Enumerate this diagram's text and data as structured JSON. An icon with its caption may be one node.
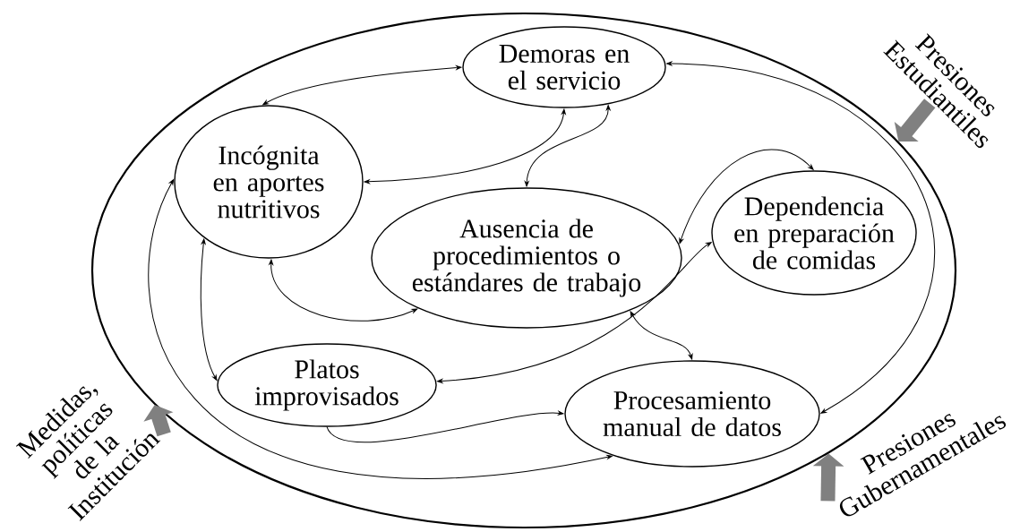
{
  "diagram": {
    "nodes": [
      {
        "text": [],
        "shape": "ellipse"
      },
      {
        "text": [
          "Demoras en el servicio"
        ],
        "in": 0
      },
      {
        "text": [
          "Incógnita en aportes nutritivos"
        ],
        "in": 0
      },
      {
        "text": [
          "Ausencia de procedimientos o estándares de trabajo"
        ],
        "in": 0
      },
      {
        "text": [
          "Dependencia en preparación de comidas"
        ],
        "in": 0
      },
      {
        "text": [
          "Platos improvisados"
        ],
        "in": 0
      },
      {
        "text": [
          "Procesamiento manual de datos"
        ],
        "in": 0
      },
      {
        "text": [
          "Presiones Estudiantiles"
        ]
      },
      {
        "text": [
          "Medidas, políticas de la Institución"
        ]
      },
      {
        "text": [
          "Presiones Gubernamentales"
        ]
      }
    ],
    "edges": [
      {
        "from": 1,
        "to": 2,
        "arrow": "both"
      },
      {
        "from": 2,
        "to": 1,
        "arrow": "both"
      },
      {
        "from": 1,
        "to": 3,
        "arrow": "both"
      },
      {
        "from": 1,
        "to": 6,
        "arrow": "both"
      },
      {
        "from": 3,
        "to": 4,
        "arrow": "both"
      },
      {
        "from": 5,
        "to": 4,
        "arrow": "both"
      },
      {
        "from": 3,
        "to": 6,
        "arrow": "both"
      },
      {
        "from": 2,
        "to": 3,
        "arrow": "both"
      },
      {
        "from": 2,
        "to": 5,
        "arrow": "both"
      },
      {
        "from": 5,
        "to": 6,
        "arrow": "to"
      },
      {
        "from": 2,
        "to": 6,
        "arrow": "both"
      },
      {
        "from": 7,
        "to": 0,
        "arrow": "to",
        "style": "thick",
        "color": "#808080"
      },
      {
        "from": 8,
        "to": 0,
        "arrow": "to",
        "style": "thick",
        "color": "#808080"
      },
      {
        "from": 9,
        "to": 0,
        "arrow": "to",
        "style": "thick",
        "color": "#808080"
      }
    ]
  }
}
